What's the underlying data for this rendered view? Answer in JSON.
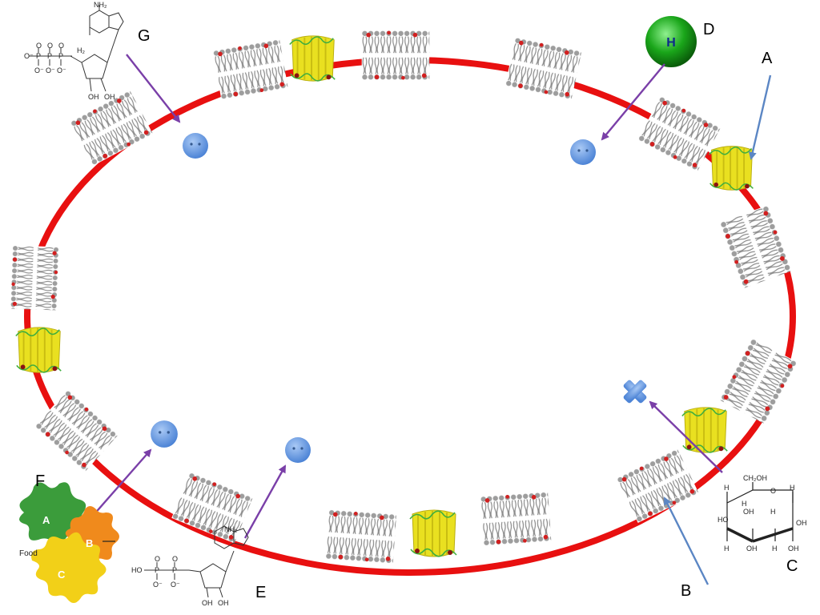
{
  "labels": {
    "a": "A",
    "b": "B",
    "c": "C",
    "d": "D",
    "e": "E",
    "f": "F",
    "g": "G"
  },
  "hydrogen_symbol": "H",
  "food": {
    "label": "Food",
    "enzyme_a": "A",
    "enzyme_b": "B",
    "enzyme_c": "C"
  },
  "molecule_labels": {
    "atp_amine": "NH₂",
    "adp_amine": "NH₂",
    "glucose_ch2oh": "CH₂OH",
    "glucose_o": "O",
    "glucose_h": "H",
    "glucose_oh": "OH",
    "hydroxyl": "OH",
    "phosphate": "P",
    "oxygen": "O",
    "o_minus": "O⁻",
    "ho": "HO",
    "h2": "H₂"
  },
  "colors": {
    "membrane_gap": "#e81010",
    "lipid": "#bdbdbd",
    "lipid_head": "#d22020",
    "channel_protein": "#e9e020",
    "channel_helix": "#3fae3f",
    "particle": "#5b93e3",
    "hydrogen_sphere": "#1aa61a",
    "purple_arrow": "#7a3fa8",
    "blue_arrow": "#5b86c4",
    "enzyme_a": "#3b9c3b",
    "enzyme_b": "#f08a1c",
    "enzyme_c": "#f2d018"
  }
}
